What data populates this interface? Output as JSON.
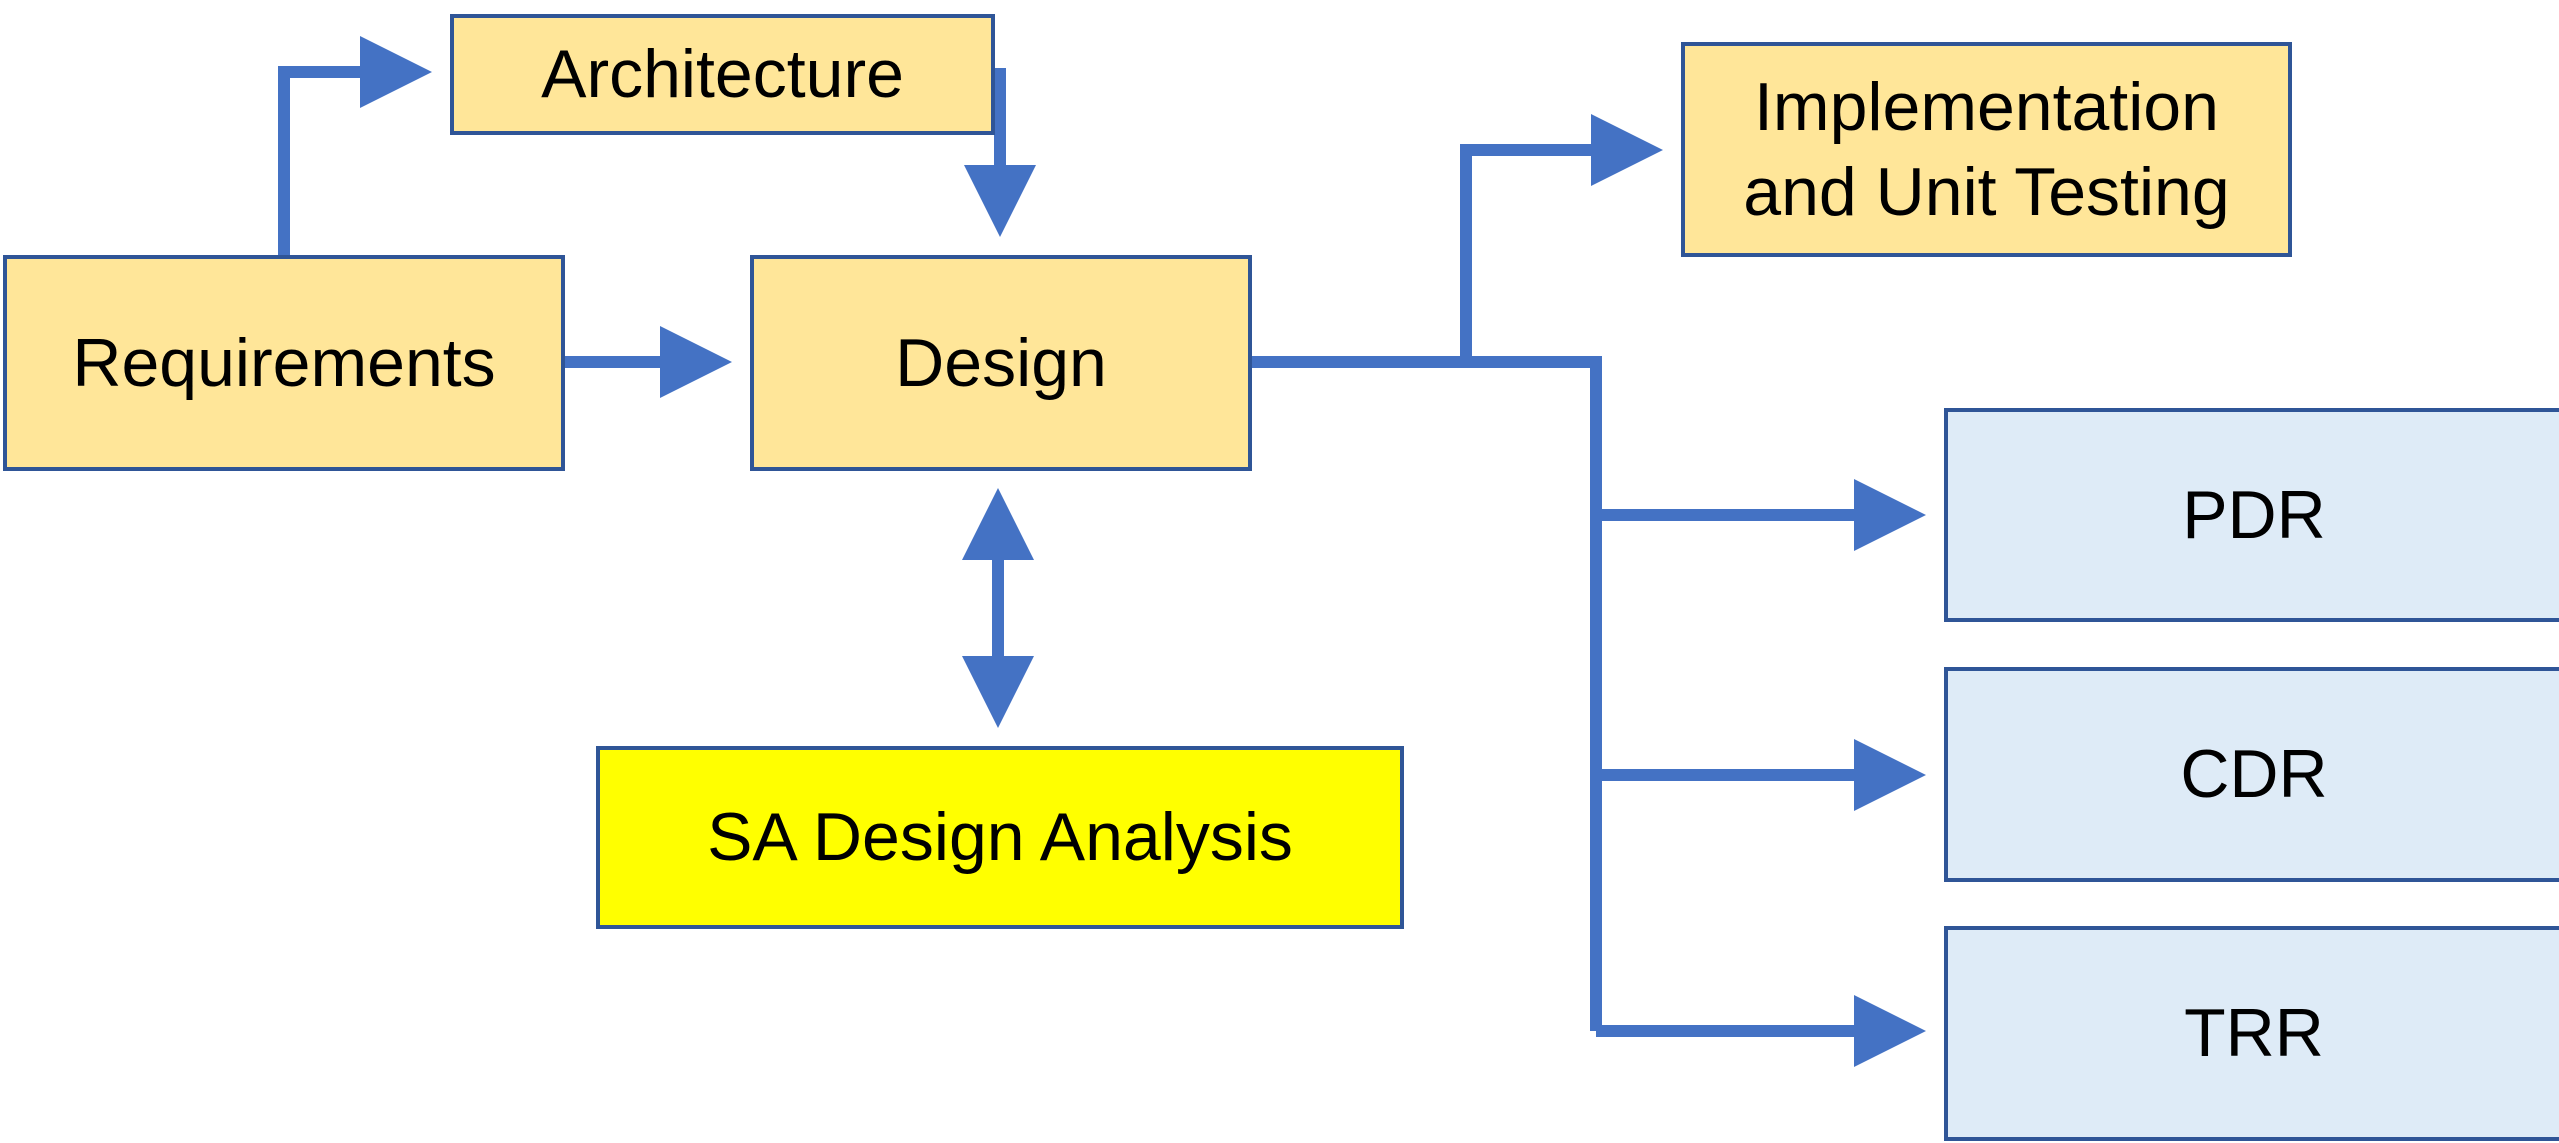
{
  "colors": {
    "process_fill": "#FFE699",
    "highlight_fill": "#FFFF00",
    "review_fill": "#DEEBF7",
    "border": "#2F5597",
    "arrow": "#4472C4"
  },
  "nodes": {
    "architecture": "Architecture",
    "requirements": "Requirements",
    "design": "Design",
    "implementation_line1": "Implementation",
    "implementation_line2": "and Unit Testing",
    "sa_design_analysis": "SA Design Analysis",
    "pdr": "PDR",
    "cdr": "CDR",
    "trr": "TRR"
  },
  "edges": [
    {
      "from": "Requirements",
      "to": "Architecture"
    },
    {
      "from": "Architecture",
      "to": "Design"
    },
    {
      "from": "Requirements",
      "to": "Design"
    },
    {
      "from": "Design",
      "to": "SA Design Analysis",
      "bidirectional": true
    },
    {
      "from": "Design",
      "to": "Implementation and Unit Testing"
    },
    {
      "from": "Design",
      "to": "PDR"
    },
    {
      "from": "Design",
      "to": "CDR"
    },
    {
      "from": "Design",
      "to": "TRR"
    }
  ]
}
